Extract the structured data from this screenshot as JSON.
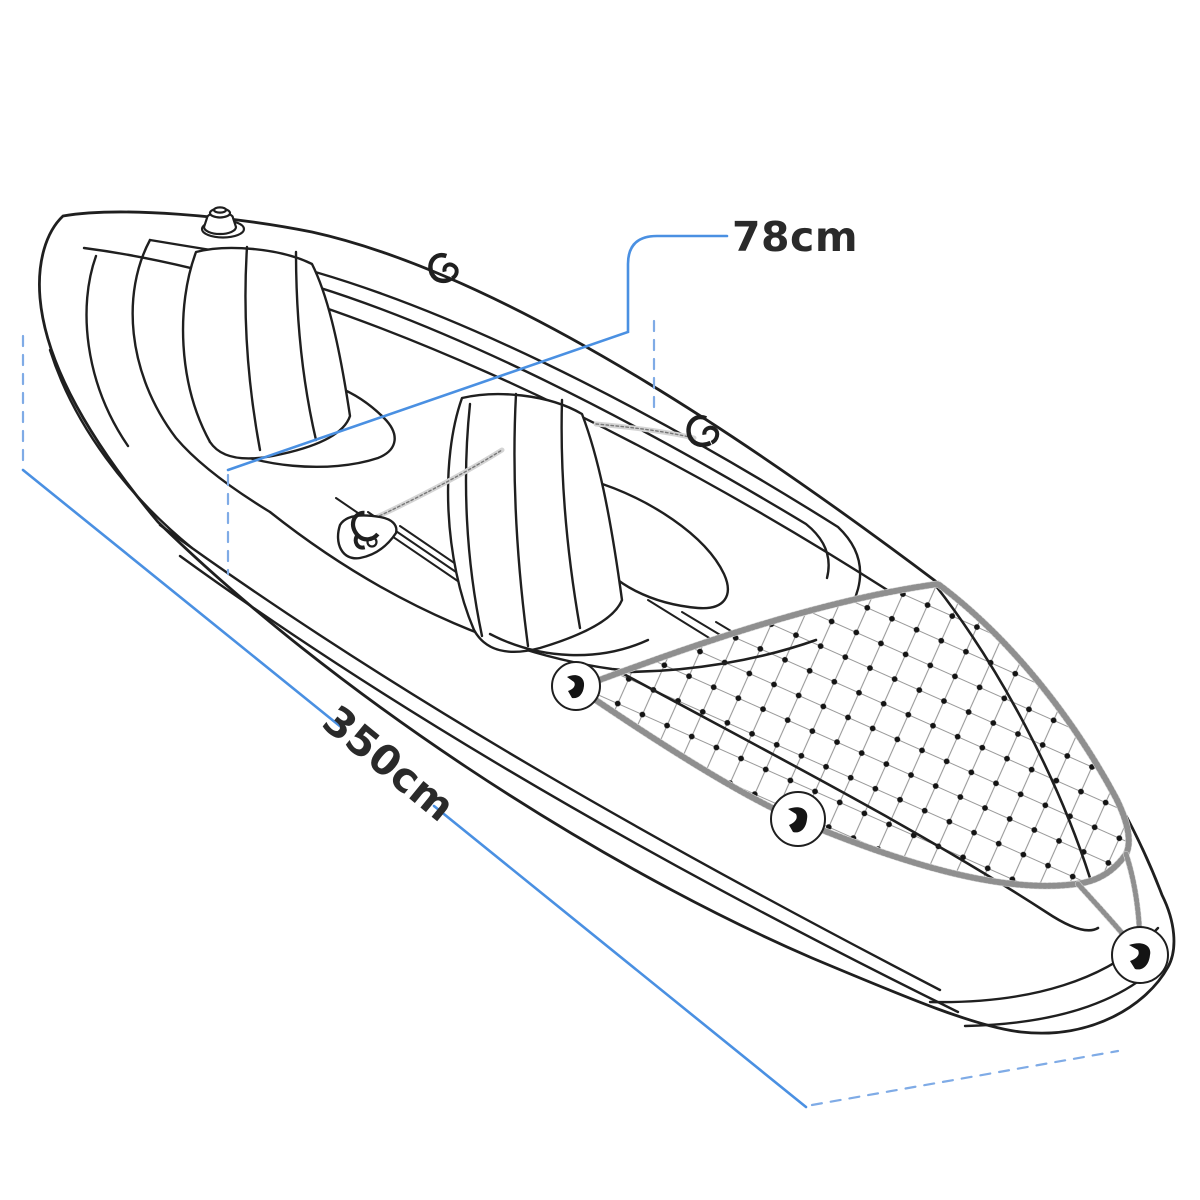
{
  "diagram": {
    "type": "product-dimension-illustration",
    "subject": "inflatable two-seat kayak line drawing, perspective view, stern upper-left and bow lower-right",
    "dimensions": {
      "width": {
        "label": "78cm",
        "value": 78,
        "unit": "cm"
      },
      "length": {
        "label": "350cm",
        "value": 350,
        "unit": "cm"
      }
    },
    "colors": {
      "dimension_line": "#4a90e2",
      "extension_line_dashed": "#7fabe6",
      "line_art": "#1f1f1f",
      "label_text": "#2a2a2a",
      "background": "#ffffff",
      "mesh_line": "#9a9a9a",
      "mesh_dot": "#141414",
      "rope": "#cfcfcf"
    },
    "parts": [
      "hull-outline",
      "rear-seat",
      "front-seat",
      "air-valve",
      "cord-hook-rear",
      "cord-hook-mid",
      "cord-anchor-pad",
      "bungee-cargo-net",
      "net-grommet-left",
      "net-grommet-bottom",
      "net-grommet-bow"
    ]
  }
}
